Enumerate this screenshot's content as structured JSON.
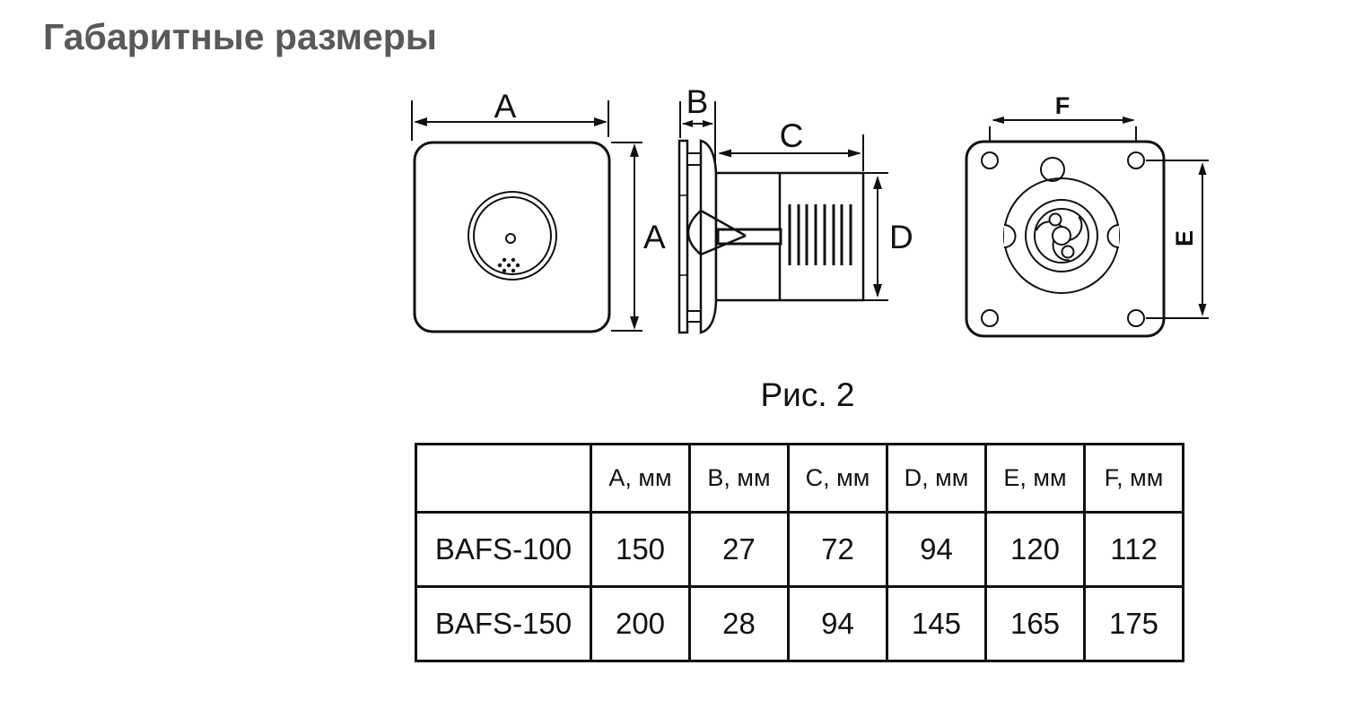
{
  "page": {
    "title": "Габаритные размеры",
    "figure_caption": "Рис. 2"
  },
  "colors": {
    "title": "#58595b",
    "line": "#111111"
  },
  "diagram": {
    "dimension_labels": {
      "front_width": "A",
      "front_height": "A",
      "front_panel_depth": "B",
      "duct_length": "C",
      "duct_diameter": "D",
      "mount_spacing_vertical": "E",
      "mount_spacing_horizontal": "F"
    }
  },
  "table": {
    "headers": [
      "",
      "A, мм",
      "B, мм",
      "C, мм",
      "D, мм",
      "E, мм",
      "F, мм"
    ],
    "rows": [
      {
        "model": "BAFS-100",
        "values": [
          "150",
          "27",
          "72",
          "94",
          "120",
          "112"
        ]
      },
      {
        "model": "BAFS-150",
        "values": [
          "200",
          "28",
          "94",
          "145",
          "165",
          "175"
        ]
      }
    ]
  }
}
